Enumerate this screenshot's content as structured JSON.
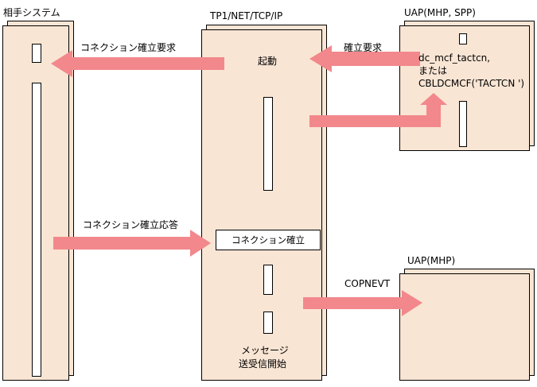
{
  "colors": {
    "panel_fill": "#f9e5d4",
    "arrow_fill": "#f2888c",
    "stroke": "#000000"
  },
  "lanes": {
    "partner": {
      "title": "相手システム"
    },
    "tp1": {
      "title": "TP1/NET/TCP/IP"
    },
    "uap_top": {
      "title": "UAP(MHP, SPP)"
    },
    "uap_bottom": {
      "title": "UAP(MHP)"
    }
  },
  "labels": {
    "connect_request": "コネクション確立要求",
    "connect_response": "コネクション確立応答",
    "startup": "起動",
    "establish_request": "確立要求",
    "func_line1": "dc_mcf_tactcn,",
    "func_line2": "または",
    "func_line3": "CBLDCMCF('TACTCN ')",
    "connection_established": "コネクション確立",
    "event": "COPNEVT",
    "msg_line1": "メッセージ",
    "msg_line2": "送受信開始"
  }
}
